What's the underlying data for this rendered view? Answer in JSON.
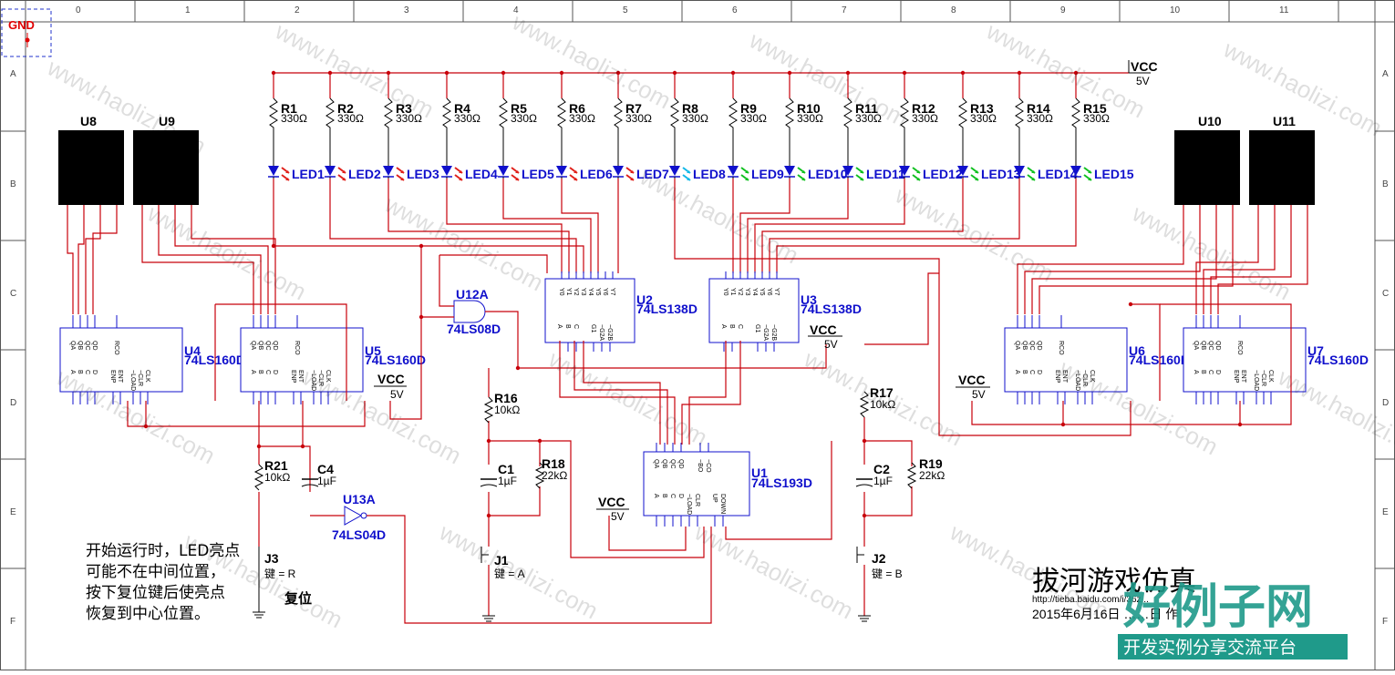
{
  "gnd_label": "GND",
  "cols": [
    "0",
    "1",
    "2",
    "3",
    "4",
    "5",
    "6",
    "7",
    "8",
    "9",
    "10",
    "11"
  ],
  "rows": [
    "A",
    "B",
    "C",
    "D",
    "E",
    "F"
  ],
  "vcc": {
    "label": "VCC",
    "volt": "5V"
  },
  "resistors_top": [
    {
      "name": "R1",
      "value": "330Ω"
    },
    {
      "name": "R2",
      "value": "330Ω"
    },
    {
      "name": "R3",
      "value": "330Ω"
    },
    {
      "name": "R4",
      "value": "330Ω"
    },
    {
      "name": "R5",
      "value": "330Ω"
    },
    {
      "name": "R6",
      "value": "330Ω"
    },
    {
      "name": "R7",
      "value": "330Ω"
    },
    {
      "name": "R8",
      "value": "330Ω"
    },
    {
      "name": "R9",
      "value": "330Ω"
    },
    {
      "name": "R10",
      "value": "330Ω"
    },
    {
      "name": "R11",
      "value": "330Ω"
    },
    {
      "name": "R12",
      "value": "330Ω"
    },
    {
      "name": "R13",
      "value": "330Ω"
    },
    {
      "name": "R14",
      "value": "330Ω"
    },
    {
      "name": "R15",
      "value": "330Ω"
    }
  ],
  "leds": [
    {
      "name": "LED1",
      "color": "red"
    },
    {
      "name": "LED2",
      "color": "red"
    },
    {
      "name": "LED3",
      "color": "red"
    },
    {
      "name": "LED4",
      "color": "red"
    },
    {
      "name": "LED5",
      "color": "red"
    },
    {
      "name": "LED6",
      "color": "red"
    },
    {
      "name": "LED7",
      "color": "red"
    },
    {
      "name": "LED8",
      "color": "cyan"
    },
    {
      "name": "LED9",
      "color": "green"
    },
    {
      "name": "LED10",
      "color": "green"
    },
    {
      "name": "LED11",
      "color": "green"
    },
    {
      "name": "LED12",
      "color": "green"
    },
    {
      "name": "LED13",
      "color": "green"
    },
    {
      "name": "LED14",
      "color": "green"
    },
    {
      "name": "LED15",
      "color": "green"
    }
  ],
  "displays": [
    "U8",
    "U9",
    "U10",
    "U11"
  ],
  "counters": [
    {
      "name": "U4",
      "part": "74LS160D"
    },
    {
      "name": "U5",
      "part": "74LS160D"
    },
    {
      "name": "U6",
      "part": "74LS160D"
    },
    {
      "name": "U7",
      "part": "74LS160D"
    }
  ],
  "decoders": [
    {
      "name": "U2",
      "part": "74LS138D"
    },
    {
      "name": "U3",
      "part": "74LS138D"
    }
  ],
  "updown": {
    "name": "U1",
    "part": "74LS193D"
  },
  "and_gate": {
    "name": "U12A",
    "part": "74LS08D"
  },
  "inverter": {
    "name": "U13A",
    "part": "74LS04D"
  },
  "passives": {
    "R16": {
      "name": "R16",
      "value": "10kΩ"
    },
    "R17": {
      "name": "R17",
      "value": "10kΩ"
    },
    "R18": {
      "name": "R18",
      "value": "22kΩ"
    },
    "R19": {
      "name": "R19",
      "value": "22kΩ"
    },
    "R21": {
      "name": "R21",
      "value": "10kΩ"
    },
    "C1": {
      "name": "C1",
      "value": "1µF"
    },
    "C2": {
      "name": "C2",
      "value": "1µF"
    },
    "C4": {
      "name": "C4",
      "value": "1µF"
    }
  },
  "switches": {
    "J1": {
      "name": "J1",
      "key": "键 = A"
    },
    "J2": {
      "name": "J2",
      "key": "键 = B"
    },
    "J3": {
      "name": "J3",
      "key": "键 = R"
    }
  },
  "reset_label": "复位",
  "note_lines": [
    "开始运行时，LED亮点",
    "可能不在中间位置，",
    "按下复位键后使亮点",
    "恢复到中心位置。"
  ],
  "title": "拔河游戏仿真",
  "url": "http://tieba.baidu.com/i/36z...",
  "date": "2015年6月16日 ……日 作",
  "watermark": "www.haolizi.com",
  "brand": {
    "name": "好例子网",
    "slogan": "开发实例分享交流平台",
    "color": "#1f9a8a"
  },
  "pins": {
    "led160": [
      "QA",
      "QB",
      "QC",
      "QD",
      "RCO"
    ],
    "ctl160": [
      "A",
      "B",
      "C",
      "D",
      "ENP",
      "ENT",
      "~LOAD",
      "~CLR",
      "CLK"
    ],
    "out138": [
      "Y0",
      "Y1",
      "Y2",
      "Y3",
      "Y4",
      "Y5",
      "Y6",
      "Y7"
    ],
    "in138": [
      "A",
      "B",
      "C",
      "G1",
      "~G2A",
      "~G2B"
    ],
    "out193": [
      "QA",
      "QB",
      "QC",
      "QD",
      "~BO",
      "~CO"
    ],
    "in193": [
      "A",
      "B",
      "C",
      "D",
      "~LOAD",
      "CLR",
      "UP",
      "DOWN"
    ]
  }
}
